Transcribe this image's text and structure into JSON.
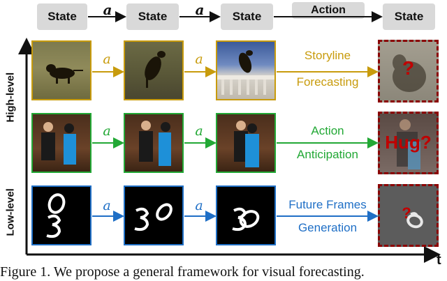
{
  "header": {
    "states": [
      "State",
      "State",
      "State",
      "State"
    ],
    "transition_label": "a",
    "action_label": "Action"
  },
  "axes": {
    "y_label_high": "High-level",
    "y_label_low": "Low-level",
    "x_label": "t"
  },
  "rows": [
    {
      "arrow_label": "a",
      "caption_line1": "Storyline",
      "caption_line2": "Forecasting",
      "color": "#c89b0c",
      "prediction_mark": "?"
    },
    {
      "arrow_label": "a",
      "caption_line1": "Action",
      "caption_line2": "Anticipation",
      "color": "#22a835",
      "prediction_mark": "Hug?"
    },
    {
      "arrow_label": "a",
      "caption_line1": "Future Frames",
      "caption_line2": "Generation",
      "color": "#1f6fc6",
      "prediction_mark": "?",
      "digit_frames": [
        "0\n3",
        "3 0",
        " 0"
      ]
    }
  ],
  "caption": {
    "text": "Figure 1. We propose a general framework for visual forecasting."
  }
}
